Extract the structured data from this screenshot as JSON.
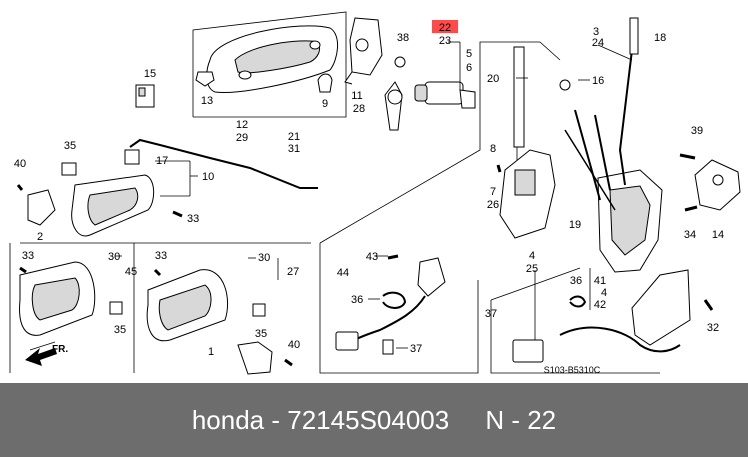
{
  "diagram": {
    "code": "S103-B5310C",
    "direction_label": "FR.",
    "highlighted_label": "22",
    "highlight_color": "#ff4a4a",
    "labels": [
      "1",
      "2",
      "3",
      "4",
      "5",
      "6",
      "7",
      "8",
      "9",
      "10",
      "11",
      "12",
      "13",
      "14",
      "15",
      "16",
      "17",
      "18",
      "19",
      "20",
      "21",
      "22",
      "23",
      "24",
      "25",
      "26",
      "27",
      "28",
      "29",
      "30",
      "31",
      "32",
      "33",
      "34",
      "35",
      "36",
      "37",
      "38",
      "39",
      "40",
      "41",
      "42",
      "43",
      "44",
      "45"
    ]
  },
  "footer": {
    "brand": "honda",
    "separator": " - ",
    "part_number": "72145S04003",
    "spacer": "     ",
    "ref": "N - 22",
    "background": "#6d6d6d"
  }
}
